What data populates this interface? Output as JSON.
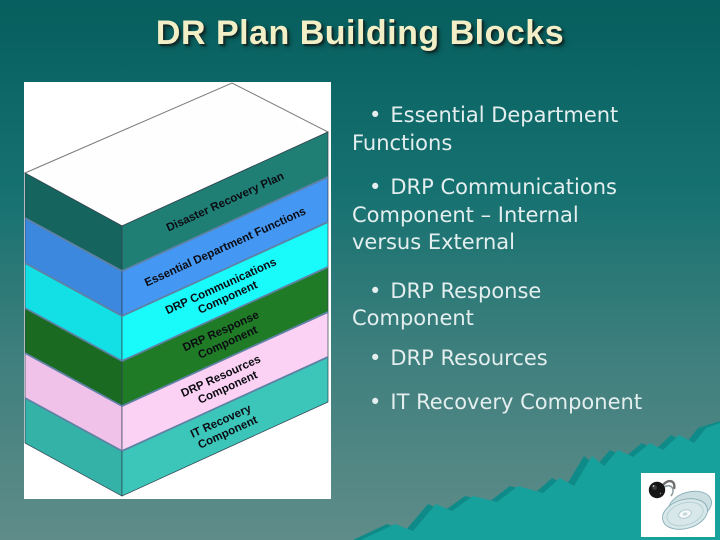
{
  "slide": {
    "title": "DR Plan Building Blocks"
  },
  "bullets": {
    "marker": "•",
    "items": [
      {
        "lines": [
          "Essential Department",
          "Functions"
        ]
      },
      {
        "lines": [
          "DRP Communications",
          "Component – Internal",
          "versus External"
        ]
      },
      {
        "lines": [
          "DRP Response",
          "Component"
        ]
      },
      {
        "lines": [
          "DRP Resources"
        ]
      },
      {
        "lines": [
          "IT Recovery Component"
        ]
      }
    ]
  },
  "diagram": {
    "blocks": [
      {
        "lines": [
          "Disaster Recovery Plan"
        ],
        "color": "#1F7F75",
        "left_color": "#15655E"
      },
      {
        "lines": [
          "Essential Department Functions"
        ],
        "color": "#4497F2",
        "left_color": "#3C88DE"
      },
      {
        "lines": [
          "DRP Communications",
          "Component"
        ],
        "color": "#19FAFA",
        "left_color": "#12E0E4"
      },
      {
        "lines": [
          "DRP Response",
          "Component"
        ],
        "color": "#1F7B26",
        "left_color": "#1A6A21"
      },
      {
        "lines": [
          "DRP Resources",
          "Component"
        ],
        "color": "#FBD2F4",
        "left_color": "#F0C2EA"
      },
      {
        "lines": [
          "IT Recovery",
          "Component"
        ],
        "color": "#3CC6BA",
        "left_color": "#34B2A7"
      }
    ]
  },
  "colors": {
    "background_top": "#065E5D",
    "background_bottom": "#5F8C89",
    "mountain": "#16A19C",
    "mountain_shadow": "#0E8B89",
    "title_text": "#F2EFC7",
    "bullet_text": "#E4EEEF",
    "block_seam": "#5E81A4"
  },
  "footer": {
    "icon": "cd-padlock-discs"
  }
}
